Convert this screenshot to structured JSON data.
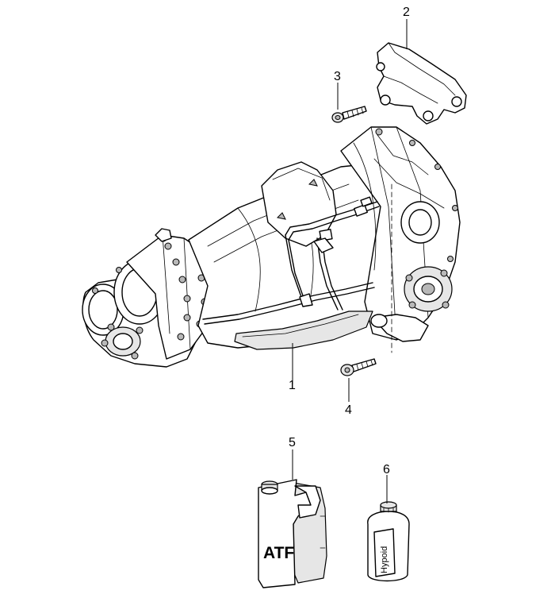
{
  "callouts": [
    {
      "id": "1",
      "label": "1",
      "part": "transmission"
    },
    {
      "id": "2",
      "label": "2",
      "part": "bracket"
    },
    {
      "id": "3",
      "label": "3",
      "part": "bolt-upper"
    },
    {
      "id": "4",
      "label": "4",
      "part": "bolt-lower"
    },
    {
      "id": "5",
      "label": "5",
      "part": "atf-canister"
    },
    {
      "id": "6",
      "label": "6",
      "part": "hypoid-bottle"
    }
  ],
  "labels": {
    "atf": "ATF",
    "hypoid": "Hypoid"
  }
}
